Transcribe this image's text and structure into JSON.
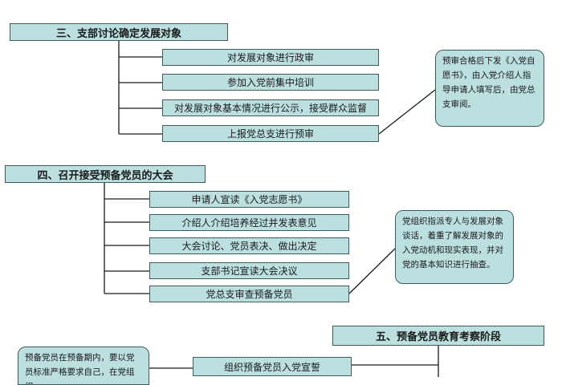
{
  "section3": {
    "title": "三、支部讨论确定发展对象",
    "steps": [
      "对发展对象进行政审",
      "参加入党前集中培训",
      "对发展对象基本情况进行公示，接受群众监督",
      "上报党总支进行预审"
    ],
    "note": "预审合格后下发《入党自愿书》，由入党介绍人指导申请人填写后，由党总支审阅。"
  },
  "section4": {
    "title": "四、召开接受预备党员的大会",
    "steps": [
      "申请人宣读《入党志愿书》",
      "介绍人介绍培养经过并发表意见",
      "大会讨论、党员表决、做出决定",
      "支部书记宣读大会决议",
      "党总支审查预备党员"
    ],
    "note": "党组织指派专人与发展对象谈话，着重了解发展对象的入党动机和现实表现，并对党的基本知识进行抽查。"
  },
  "section5": {
    "title": "五、预备党员教育考察阶段",
    "steps": [
      "组织预备党员入党宣誓"
    ],
    "note": "预备党员在预备期内，要以党员标准严格要求自己，在党组织"
  }
}
